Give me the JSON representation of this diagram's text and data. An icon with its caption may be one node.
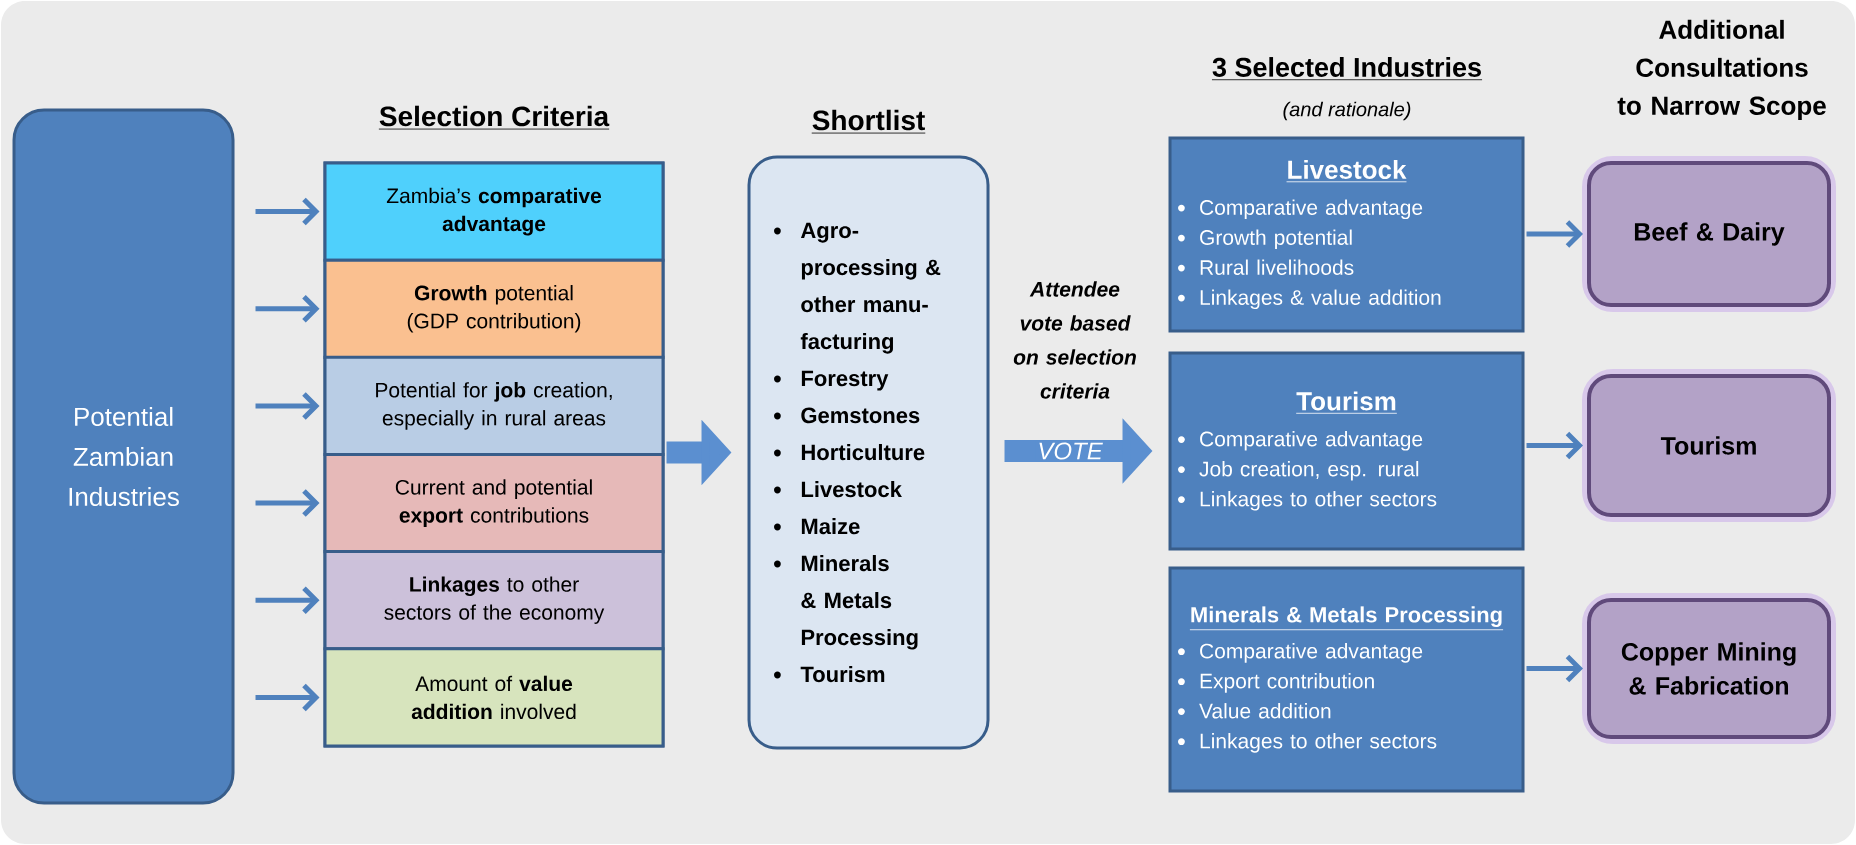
{
  "diagram": {
    "nodes": [
      {
        "text": [
          "Potential Zambian Industries"
        ]
      },
      {
        "text": [
          "Selection Criteria"
        ]
      },
      {
        "text": [
          "Zambia’s **comparative advantage**"
        ],
        "in": 1
      },
      {
        "text": [
          "**Growth** potential (GDP contribution)"
        ],
        "in": 1
      },
      {
        "text": [
          "Potential for **job** creation, especially in rural areas"
        ],
        "in": 1
      },
      {
        "text": [
          "Current and potential **export** contributions"
        ],
        "in": 1
      },
      {
        "text": [
          "**Linkages** to other sectors of the economy"
        ],
        "in": 1
      },
      {
        "text": [
          "Amount of **value addition** involved"
        ],
        "in": 1
      },
      {
        "text": [
          "Shortlist",
          "Agro-processing & other manu-facturing",
          "Forestry",
          "Gemstones",
          "Horticulture",
          "Livestock",
          "Maize",
          "Minerals & Metals Processing",
          "Tourism"
        ]
      },
      {
        "text": [
          "Livestock",
          "Comparative advantage",
          "Growth potential",
          "Rural livelihoods",
          "Linkages & value addition"
        ]
      },
      {
        "text": [
          "Tourism",
          "Comparative advantage",
          "Job creation, esp. rural",
          "Linkages to other sectors"
        ]
      },
      {
        "text": [
          "Minerals & Metals Processing",
          "Comparative advantage",
          "Export contribution",
          "Value addition",
          "Linkages to other sectors"
        ]
      },
      {
        "text": [
          "Beef & Dairy"
        ]
      },
      {
        "text": [
          "Tourism"
        ]
      },
      {
        "text": [
          "Copper Mining & Fabrication"
        ]
      }
    ],
    "edges": [
      {
        "from": 0,
        "to": 2,
        "arrow": "to"
      },
      {
        "from": 0,
        "to": 3,
        "arrow": "to"
      },
      {
        "from": 0,
        "to": 4,
        "arrow": "to"
      },
      {
        "from": 0,
        "to": 5,
        "arrow": "to"
      },
      {
        "from": 0,
        "to": 6,
        "arrow": "to"
      },
      {
        "from": 0,
        "to": 7,
        "arrow": "to"
      },
      {
        "from": 1,
        "to": 8,
        "arrow": "to",
        "style": "thick"
      },
      {
        "from": 8,
        "to": 10,
        "arrow": "to",
        "style": "thick",
        "label": "VOTE"
      },
      {
        "from": 9,
        "to": 12,
        "arrow": "to"
      },
      {
        "from": 10,
        "to": 13,
        "arrow": "to"
      },
      {
        "from": 11,
        "to": 14,
        "arrow": "to"
      }
    ],
    "labels": [
      "3 Selected Industries",
      "(and rationale)",
      "Additional Consultations to Narrow Scope",
      "Attendee vote based on selection criteria"
    ]
  }
}
